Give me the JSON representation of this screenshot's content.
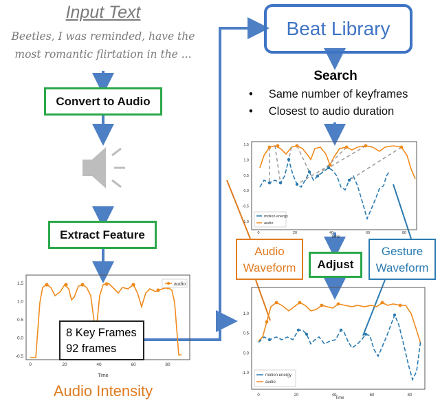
{
  "input": {
    "title": "Input Text",
    "line1": "Beetles, I was reminded, have the",
    "line2": "most romantic flirtation in the ..."
  },
  "steps": {
    "convert": "Convert to Audio",
    "extract": "Extract Feature",
    "adjust": "Adjust"
  },
  "beat_library": "Beat Library",
  "search": {
    "title": "Search",
    "items": [
      "Same number of keyframes",
      "Closest to audio duration"
    ]
  },
  "keyframes": {
    "line1": "8 Key Frames",
    "line2": "92 frames"
  },
  "waveforms": {
    "audio": [
      "Audio",
      "Waveform"
    ],
    "gesture": [
      "Gesture",
      "Waveform"
    ]
  },
  "audio_intensity_label": "Audio Intensity",
  "colors": {
    "green": "#2aa84a",
    "blue": "#3f74c4",
    "orange": "#e07b20",
    "steel": "#2b7bb0"
  },
  "icons": [
    "speaker-icon"
  ],
  "chart_data": [
    {
      "type": "line",
      "legend": [
        "audio"
      ],
      "x_ticks": [
        "0",
        "20",
        "40",
        "60",
        "80"
      ],
      "y_ticks": [
        "1.5",
        "1.0",
        "0.5",
        "0.0",
        "-0.5"
      ],
      "xlabel": "Time",
      "ylabel": ""
    },
    {
      "type": "line",
      "legend": [
        "motion energy",
        "audio"
      ],
      "x_ticks": [
        "0",
        "20",
        "40",
        "60",
        "80"
      ],
      "y_ticks": [
        "1.5",
        "1.0",
        "0.5",
        "0.0",
        "-0.5",
        "-1.0"
      ],
      "xlabel": "Time",
      "ylabel": ""
    },
    {
      "type": "line",
      "legend": [
        "motion energy",
        "audio"
      ],
      "x_ticks": [
        "0",
        "20",
        "40",
        "60",
        "80"
      ],
      "y_ticks": [
        "1.0",
        "0.5",
        "0.0",
        "-1.0"
      ],
      "xlabel": "Time",
      "ylabel": ""
    }
  ]
}
